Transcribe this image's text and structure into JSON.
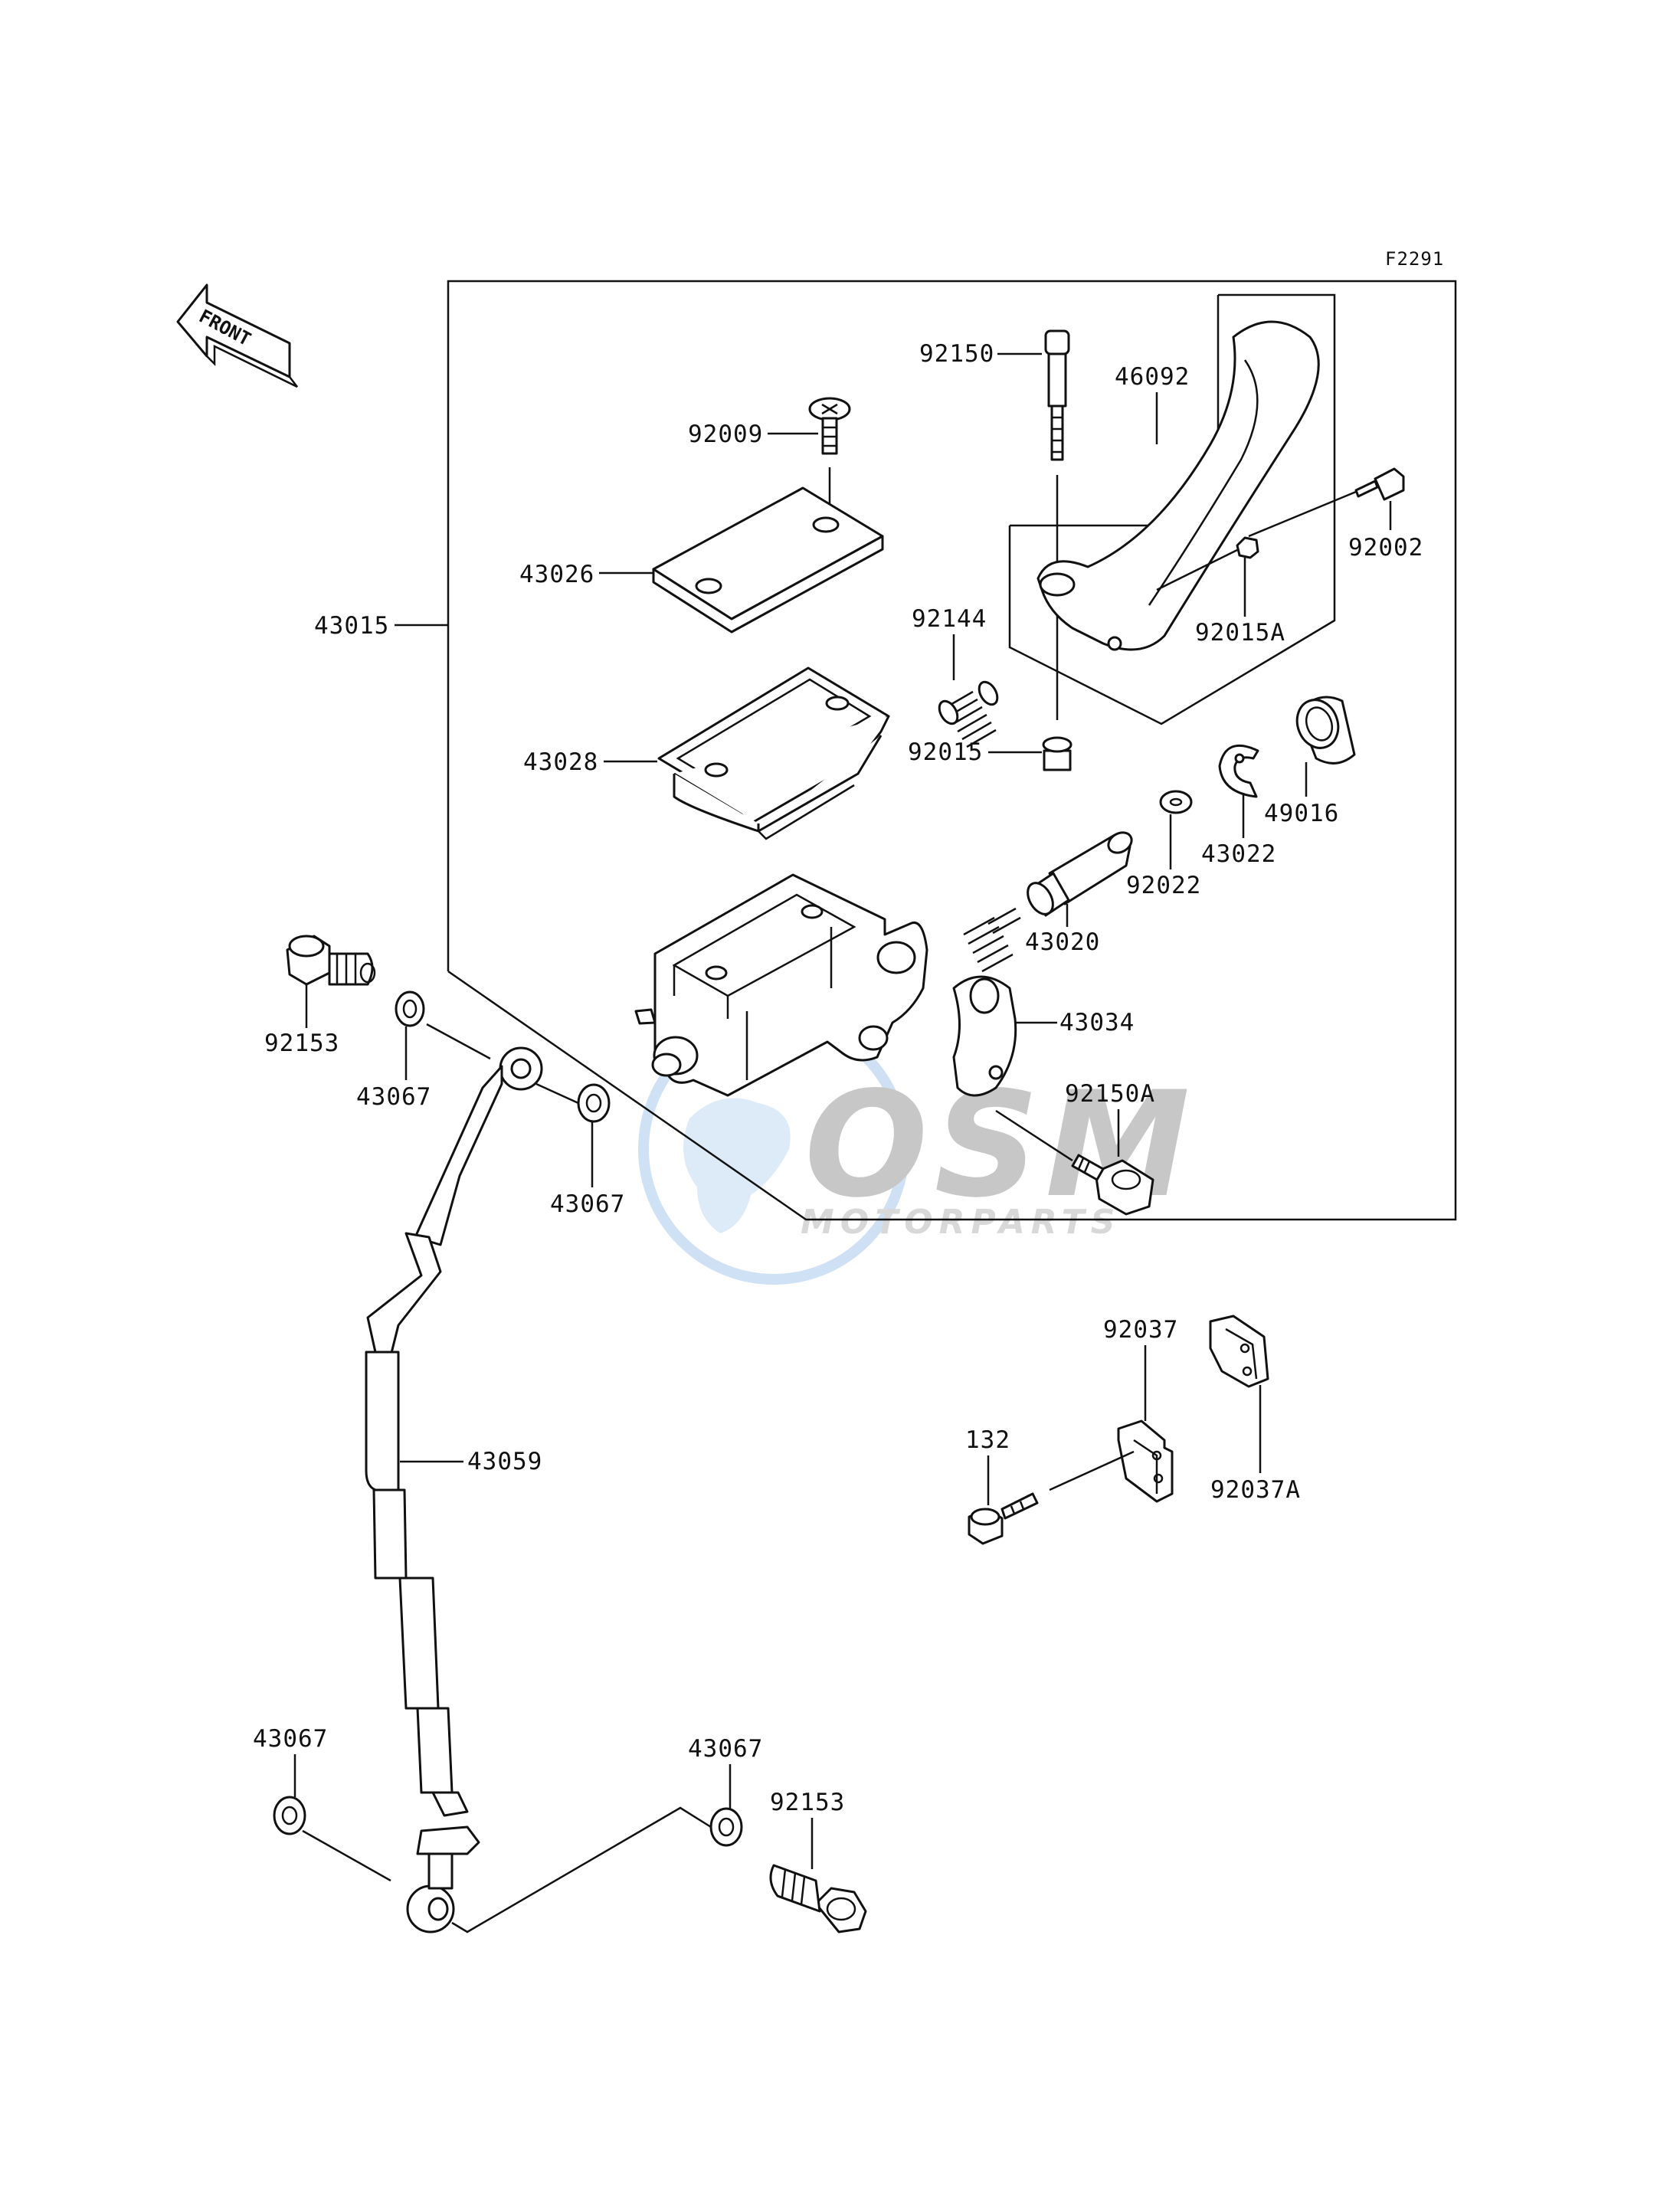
{
  "figure_code": "F2291",
  "front_arrow_text": "FRONT",
  "watermark": {
    "brand": "OSM",
    "sub": "MOTORPARTS",
    "color_blue": "#a8c8ec",
    "color_gray": "#b9b9b9"
  },
  "labels": {
    "p92150": "92150",
    "p46092": "46092",
    "p92009": "92009",
    "p92002": "92002",
    "p43026": "43026",
    "p43015": "43015",
    "p92144": "92144",
    "p92015A": "92015A",
    "p43028": "43028",
    "p92015": "92015",
    "p49016": "49016",
    "p43022": "43022",
    "p92022": "92022",
    "p43020": "43020",
    "p92153_top": "92153",
    "p43034": "43034",
    "p43067_a": "43067",
    "p92150A": "92150A",
    "p43067_b": "43067",
    "p92037": "92037",
    "p43059": "43059",
    "p132": "132",
    "p92037A": "92037A",
    "p43067_c": "43067",
    "p43067_d": "43067",
    "p92153_bottom": "92153"
  }
}
